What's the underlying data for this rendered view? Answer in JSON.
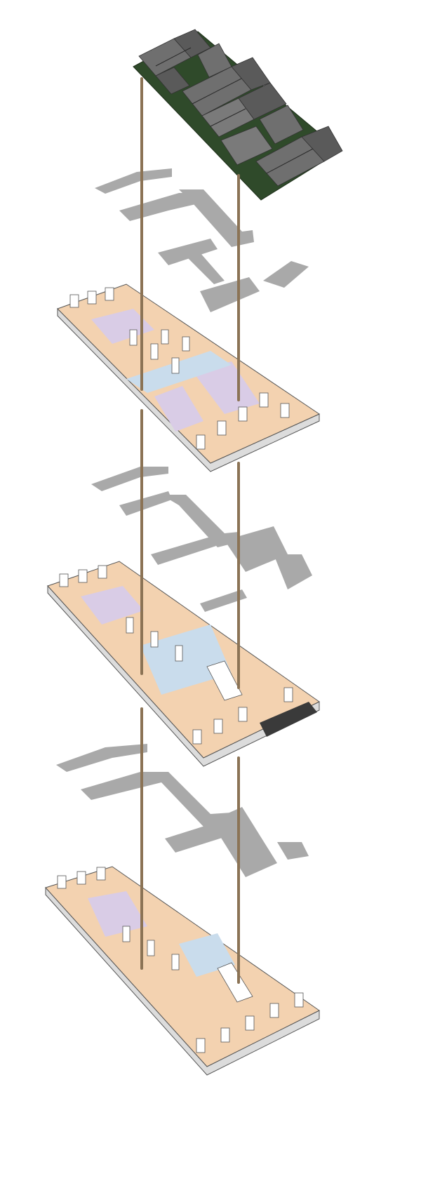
{
  "diagram": {
    "kind": "exploded-axonometric",
    "colors": {
      "roof": "#6f6f6f",
      "roof_dark": "#4a4a4a",
      "roof_base": "#2f4a2a",
      "shadow": "#a9a9a9",
      "column": "#8b7355",
      "floor_warm": "#f3d2b0",
      "floor_lilac": "#d9cce6",
      "floor_blue": "#c9dcec",
      "wall": "#ffffff",
      "wall_edge": "#555555",
      "slab_side": "#dcdcdc"
    },
    "layers": [
      "roof",
      "ceiling-plan-1",
      "floor-plan-upper",
      "ceiling-plan-2",
      "floor-plan-middle",
      "ceiling-plan-3",
      "floor-plan-ground"
    ]
  }
}
